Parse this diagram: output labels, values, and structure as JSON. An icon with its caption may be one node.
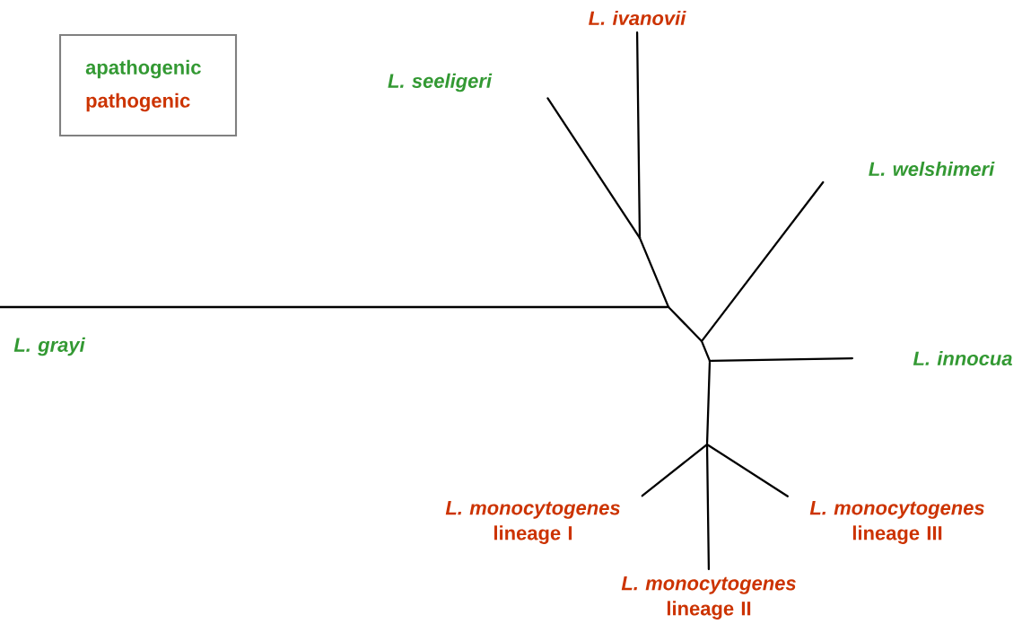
{
  "diagram": {
    "nodes": [
      {
        "text": [
          "L. ivanovii"
        ]
      },
      {
        "text": [
          "L. seeligeri"
        ]
      },
      {
        "text": [
          "L. welshimeri"
        ]
      },
      {
        "text": [
          "L. grayi"
        ]
      },
      {
        "text": [
          "L. innocua"
        ]
      },
      {
        "text": [
          "*L. monocytogenes* lineage I"
        ]
      },
      {
        "text": [
          "*L. monocytogenes* lineage II"
        ]
      },
      {
        "text": [
          "*L. monocytogenes* lineage III"
        ]
      },
      {
        "text": [],
        "shape": "point"
      },
      {
        "text": [],
        "shape": "point"
      },
      {
        "text": [],
        "shape": "point"
      },
      {
        "text": [],
        "shape": "point"
      },
      {
        "text": [],
        "shape": "point"
      }
    ],
    "edges": [
      {
        "from": 0,
        "to": 8,
        "arrow": "none"
      },
      {
        "from": 1,
        "to": 8,
        "arrow": "none"
      },
      {
        "from": 8,
        "to": 9,
        "arrow": "none"
      },
      {
        "from": 3,
        "to": 9,
        "arrow": "none"
      },
      {
        "from": 9,
        "to": 10,
        "arrow": "none"
      },
      {
        "from": 2,
        "to": 10,
        "arrow": "none"
      },
      {
        "from": 10,
        "to": 11,
        "arrow": "none"
      },
      {
        "from": 4,
        "to": 11,
        "arrow": "none"
      },
      {
        "from": 11,
        "to": 12,
        "arrow": "none"
      },
      {
        "from": 5,
        "to": 12,
        "arrow": "none"
      },
      {
        "from": 6,
        "to": 12,
        "arrow": "none"
      },
      {
        "from": 7,
        "to": 12,
        "arrow": "none"
      }
    ],
    "legend": [
      {
        "text": "apathogenic",
        "color": "#339933"
      },
      {
        "text": "pathogenic",
        "color": "#cc3300"
      }
    ]
  }
}
